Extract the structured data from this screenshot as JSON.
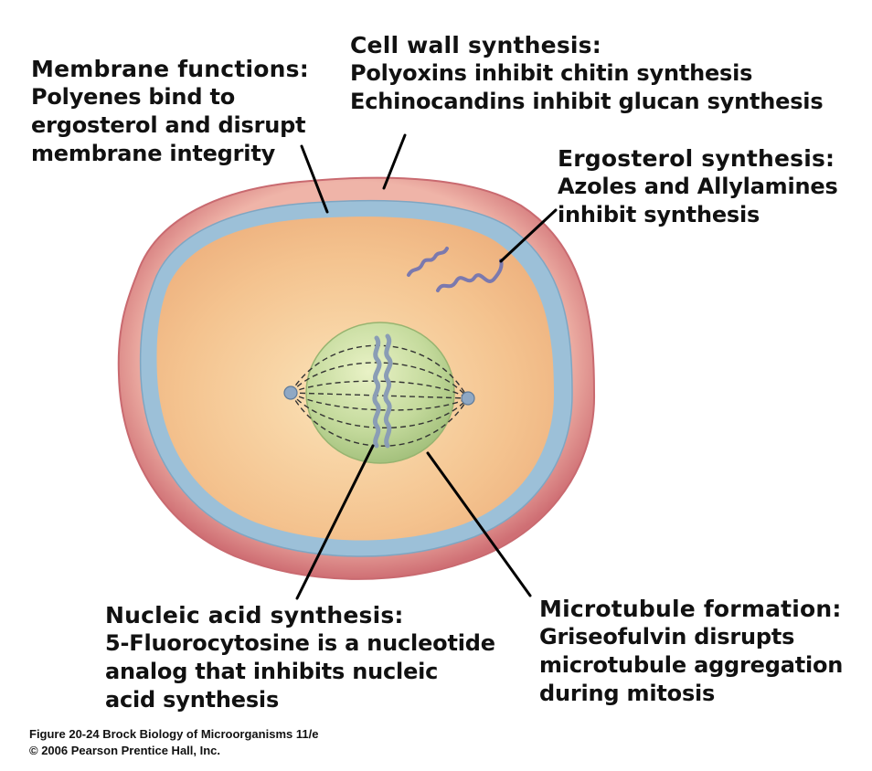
{
  "labels": {
    "membrane": {
      "heading": "Membrane functions:",
      "lines": [
        "Polyenes bind to",
        "ergosterol and disrupt",
        "membrane integrity"
      ]
    },
    "cell_wall": {
      "heading": "Cell wall synthesis:",
      "lines": [
        "Polyoxins inhibit chitin synthesis",
        "Echinocandins inhibit glucan synthesis"
      ]
    },
    "ergosterol": {
      "heading": "Ergosterol synthesis:",
      "lines": [
        "Azoles and Allylamines",
        "inhibit synthesis"
      ]
    },
    "nucleic_acid": {
      "heading": "Nucleic acid synthesis:",
      "lines": [
        "5-Fluorocytosine is a nucleotide",
        "analog that inhibits nucleic",
        "acid synthesis"
      ]
    },
    "microtubule": {
      "heading": "Microtubule formation:",
      "lines": [
        "Griseofulvin disrupts",
        "microtubule aggregation",
        "during mitosis"
      ]
    }
  },
  "caption": {
    "line1": "Figure 20-24  Brock Biology of Microorganisms 11/e",
    "line2": "© 2006 Pearson Prentice Hall, Inc."
  },
  "colors": {
    "cell_wall": "#d97f82",
    "membrane": "#93b8d3",
    "cytoplasm": "#f6c891",
    "nucleus": "#bcd495",
    "dna": "#8a9db5",
    "ergosterol": "#7b79ae",
    "leader_line": "#000000"
  }
}
